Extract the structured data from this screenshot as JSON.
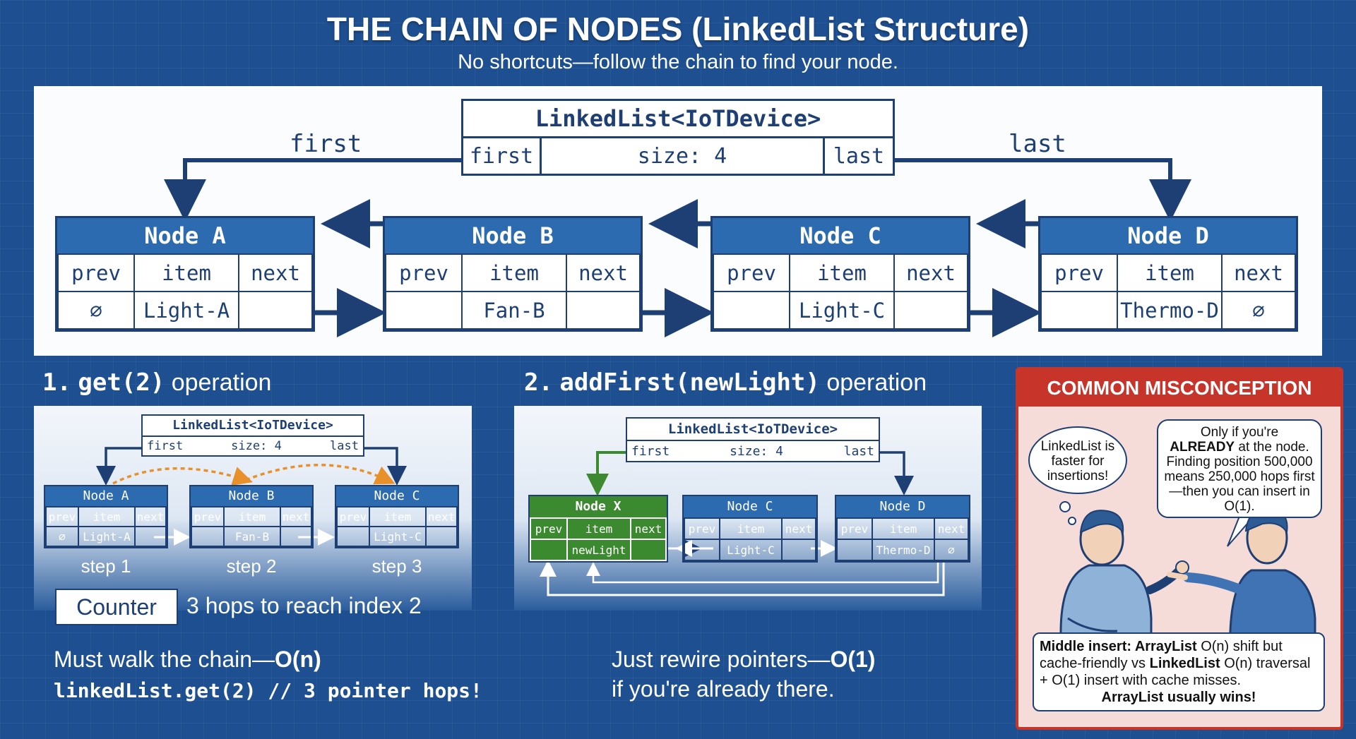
{
  "header": {
    "title": "THE CHAIN OF NODES (LinkedList Structure)",
    "subtitle": "No shortcuts—follow the chain to find your node."
  },
  "main_diagram": {
    "list_header": {
      "title": "LinkedList<IoTDevice>",
      "first": "first",
      "size": "size: 4",
      "last": "last"
    },
    "first_label": "first",
    "last_label": "last",
    "nodes": [
      {
        "name": "Node A",
        "prev": "∅",
        "item": "Light-A",
        "next": ""
      },
      {
        "name": "Node B",
        "prev": "",
        "item": "Fan-B",
        "next": ""
      },
      {
        "name": "Node C",
        "prev": "",
        "item": "Light-C",
        "next": ""
      },
      {
        "name": "Node D",
        "prev": "",
        "item": "Thermo-D",
        "next": "∅"
      }
    ],
    "col_labels": {
      "prev": "prev",
      "item": "item",
      "next": "next"
    }
  },
  "get_section": {
    "number": "1.",
    "method": "get(2)",
    "word": "operation",
    "header": {
      "title": "LinkedList<IoTDevice>",
      "first": "first",
      "size": "size: 4",
      "last": "last"
    },
    "nodes": [
      {
        "name": "Node A",
        "prev": "∅",
        "item": "Light-A"
      },
      {
        "name": "Node B",
        "prev": "",
        "item": "Fan-B"
      },
      {
        "name": "Node C",
        "prev": "",
        "item": "Light-C"
      }
    ],
    "steps": [
      "step 1",
      "step 2",
      "step 3"
    ],
    "counter_label": "Counter",
    "counter_text": "3 hops to reach index 2",
    "note_plain": "Must walk the chain—",
    "note_bold": "O(n)",
    "code": "linkedList.get(2) // 3 pointer hops!"
  },
  "add_section": {
    "number": "2.",
    "method": "addFirst(newLight)",
    "word": "operation",
    "header": {
      "title": "LinkedList<IoTDevice>",
      "first": "first",
      "size": "size: 4",
      "last": "last"
    },
    "nodes": [
      {
        "name": "Node X",
        "prev": "",
        "item": "newLight",
        "next": ""
      },
      {
        "name": "Node C",
        "prev": "",
        "item": "Light-C",
        "next": ""
      },
      {
        "name": "Node D",
        "prev": "",
        "item": "Thermo-D",
        "next": "∅"
      }
    ],
    "note_line1_plain": "Just rewire pointers—",
    "note_line1_bold": "O(1)",
    "note_line2": "if you're already there."
  },
  "misconception": {
    "title": "COMMON MISCONCEPTION",
    "thought": "LinkedList is faster for insertions!",
    "speech_l1": "Only if you're",
    "speech_bold": "ALREADY",
    "speech_l2": "at the node.",
    "speech_l3": "Finding position 500,000 means 250,000 hops first—then you can insert in O(1).",
    "bottom_b1": "Middle insert: ArrayList",
    "bottom_t1": "O(n) shift but cache-friendly vs",
    "bottom_b2": "LinkedList",
    "bottom_t2": "O(n) traversal + O(1) insert with cache misses.",
    "bottom_b3": "ArrayList usually wins!"
  },
  "colors": {
    "background": "#1d4f91",
    "node_header": "#2d6bb0",
    "new_node": "#3c8a2f",
    "misconception": "#c7342a",
    "hop_arrow": "#e8902a"
  }
}
